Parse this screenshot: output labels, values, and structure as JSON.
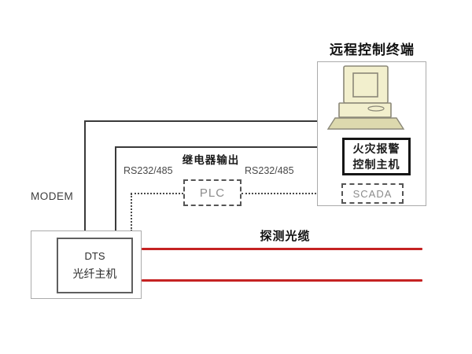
{
  "diagram": {
    "title": "远程控制终端",
    "labels": {
      "modem": "MODEM",
      "relay_output": "继电器输出",
      "rs232_left": "RS232/485",
      "rs232_right": "RS232/485",
      "detection_cable": "探测光缆"
    },
    "nodes": {
      "fire_alarm_line1": "火灾报警",
      "fire_alarm_line2": "控制主机",
      "plc": "PLC",
      "scada": "SCADA",
      "dts_line1": "DTS",
      "dts_line2": "光纤主机"
    },
    "icons": {
      "computer": "desktop-computer-icon"
    },
    "colors": {
      "cable_red": "#c52222",
      "computer_body": "#f2efcd",
      "keyboard_body": "#ddd9ae",
      "line_dark": "#3a3a3a",
      "muted_text": "#8c8c8c",
      "box_border_light": "#ababab",
      "fire_box_border": "#161616"
    }
  }
}
